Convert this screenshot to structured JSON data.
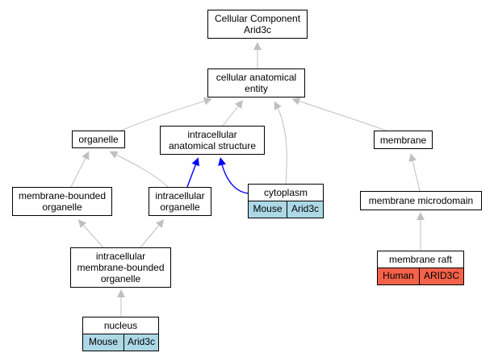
{
  "graph": {
    "colors": {
      "edge_default": "#c0c0c0",
      "edge_highlight": "#0000ff",
      "mouse_cell": "#add8e6",
      "human_cell": "#f4624a"
    },
    "nodes": {
      "root": {
        "label": "Cellular Component\nArid3c"
      },
      "cellular_anatomical_entity": {
        "label": "cellular anatomical\nentity"
      },
      "organelle": {
        "label": "organelle"
      },
      "intracellular_anatomical_structure": {
        "label": "intracellular\nanatomical structure"
      },
      "membrane": {
        "label": "membrane"
      },
      "membrane_bounded_organelle": {
        "label": "membrane-bounded\norganelle"
      },
      "intracellular_organelle": {
        "label": "intracellular\norganelle"
      },
      "cytoplasm": {
        "label": "cytoplasm",
        "annotations": [
          {
            "species": "Mouse",
            "gene": "Arid3c"
          }
        ]
      },
      "membrane_microdomain": {
        "label": "membrane microdomain"
      },
      "intracellular_membrane_bounded_organelle": {
        "label": "intracellular\nmembrane-bounded\norganelle"
      },
      "membrane_raft": {
        "label": "membrane raft",
        "annotations": [
          {
            "species": "Human",
            "gene": "ARID3C"
          }
        ]
      },
      "nucleus": {
        "label": "nucleus",
        "annotations": [
          {
            "species": "Mouse",
            "gene": "Arid3c"
          }
        ]
      }
    }
  }
}
